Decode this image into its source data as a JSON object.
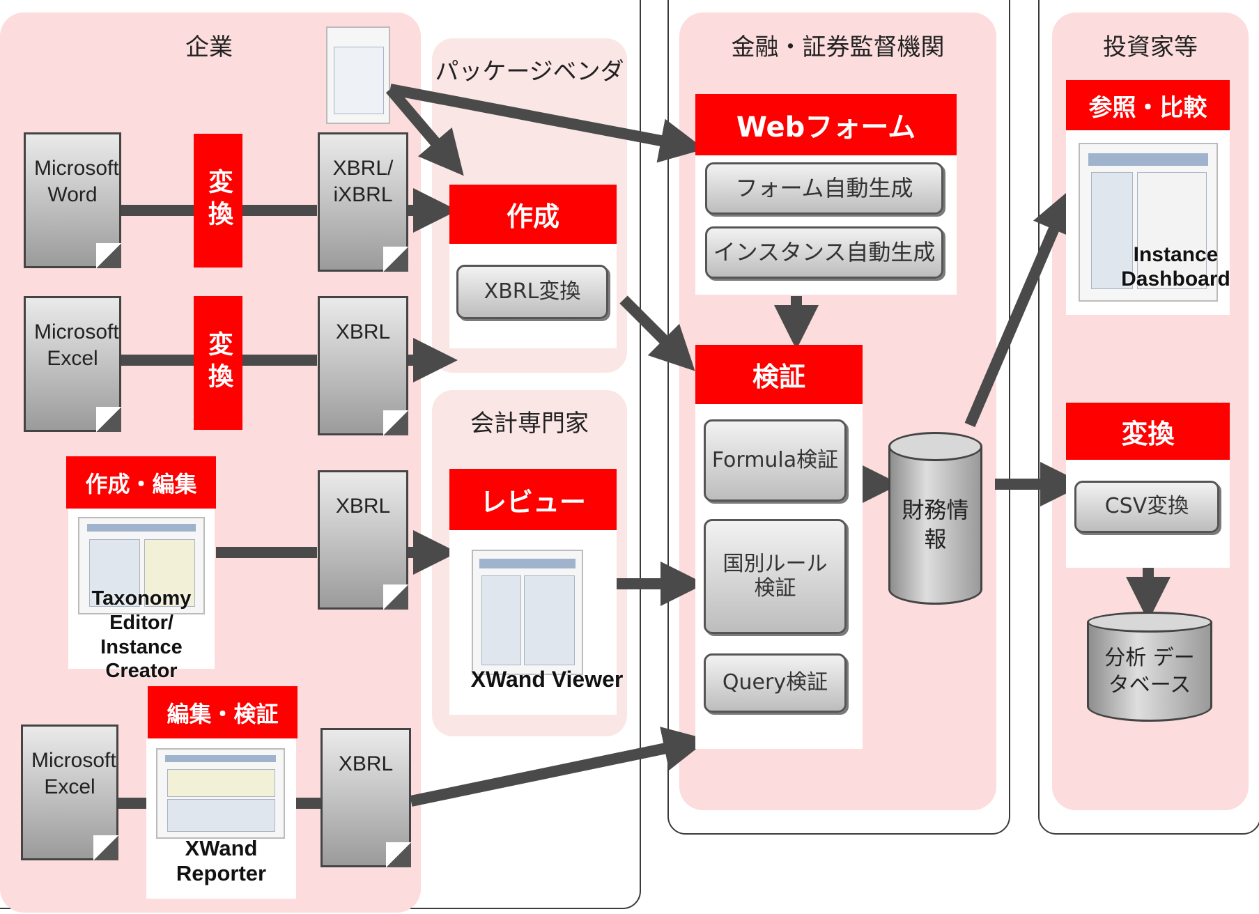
{
  "colors": {
    "accent_red": "#ff0000",
    "region_pink": "#fcdcdc",
    "arrow_gray": "#4a4a4a"
  },
  "regions": {
    "company": "企業",
    "package_vendor": "パッケージベンダ",
    "accounting_expert": "会計専門家",
    "regulator": "金融・証券監督機関",
    "investor": "投資家等"
  },
  "company": {
    "row1": {
      "source": "Microsoft Word",
      "action": "変換",
      "output": "XBRL/ iXBRL"
    },
    "row2": {
      "source": "Microsoft Excel",
      "action": "変換",
      "output": "XBRL"
    },
    "row3": {
      "action": "作成・編集",
      "tool": "Taxonomy Editor/ Instance Creator",
      "output": "XBRL"
    },
    "row4": {
      "source": "Microsoft Excel",
      "action": "編集・検証",
      "tool": "XWand Reporter",
      "output": "XBRL"
    }
  },
  "package_vendor": {
    "header": "作成",
    "item": "XBRL変換"
  },
  "accounting_expert": {
    "header": "レビュー",
    "tool": "XWand Viewer"
  },
  "regulator": {
    "webform_header": "Webフォーム",
    "webform_items": [
      "フォーム自動生成",
      "インスタンス自動生成"
    ],
    "validation_header": "検証",
    "validation_items": [
      "Formula検証",
      "国別ルール 検証",
      "Query検証"
    ],
    "database": "財務情報"
  },
  "investor": {
    "view_header": "参照・比較",
    "view_tool": "Instance Dashboard",
    "convert_header": "変換",
    "convert_item": "CSV変換",
    "database": "分析 データベース"
  }
}
